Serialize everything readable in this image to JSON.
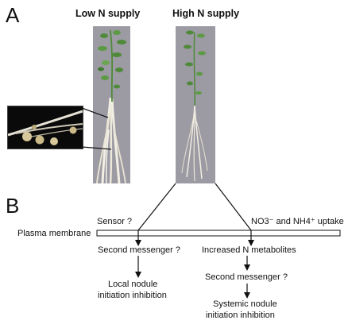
{
  "panel_a": {
    "letter": "A",
    "low_n_title": "Low N supply",
    "high_n_title": "High N supply"
  },
  "panel_b": {
    "letter": "B",
    "sensor": "Sensor ?",
    "uptake": "NO3⁻ and NH4⁺ uptake",
    "membrane": "Plasma membrane",
    "second_messenger_left": "Second messenger ?",
    "increased_n": "Increased N metabolites",
    "local_line1": "Local nodule",
    "local_line2": "initiation inhibition",
    "second_messenger_right": "Second messenger ?",
    "systemic_line1": "Systemic nodule",
    "systemic_line2": "initiation inhibition"
  },
  "colors": {
    "photo_background": "#9c9aa3",
    "inset_background": "#0a0a0a",
    "leaf_green": "#4f8a3a",
    "root_white": "#f2efe4",
    "nodule_tan": "#d8c79a"
  }
}
